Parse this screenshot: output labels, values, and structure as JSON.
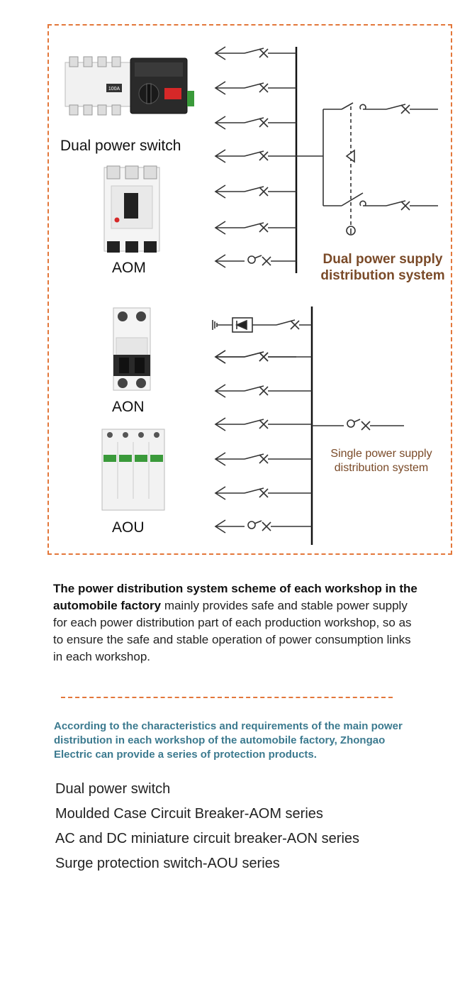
{
  "diagram": {
    "products": [
      {
        "name": "dual-power-switch",
        "label": "Dual power switch",
        "badge": "100A"
      },
      {
        "name": "aom",
        "label": "AOM"
      },
      {
        "name": "aon",
        "label": "AON"
      },
      {
        "name": "aou",
        "label": "AOU"
      }
    ],
    "dual_system_label_line1": "Dual power supply",
    "dual_system_label_line2": "distribution system",
    "single_system_label_line1": "Single power supply",
    "single_system_label_line2": "distribution system",
    "colors": {
      "frame": "#e3773a",
      "system_label": "#7a4a28",
      "intro": "#3c7a8f"
    }
  },
  "description": {
    "bold": "The power distribution system scheme of each workshop in the automobile factory",
    "rest": " mainly provides safe and stable power supply for each power distribution part of each production workshop, so as to ensure the safe and stable operation of power consumption links in each workshop."
  },
  "intro": "According to the characteristics and requirements of the main power distribution in each workshop of the automobile factory, Zhongao Electric can provide a series of protection products.",
  "product_list": [
    "Dual power switch",
    "Moulded Case Circuit Breaker-AOM series",
    "AC and DC miniature circuit breaker-AON series",
    "Surge protection switch-AOU series"
  ]
}
